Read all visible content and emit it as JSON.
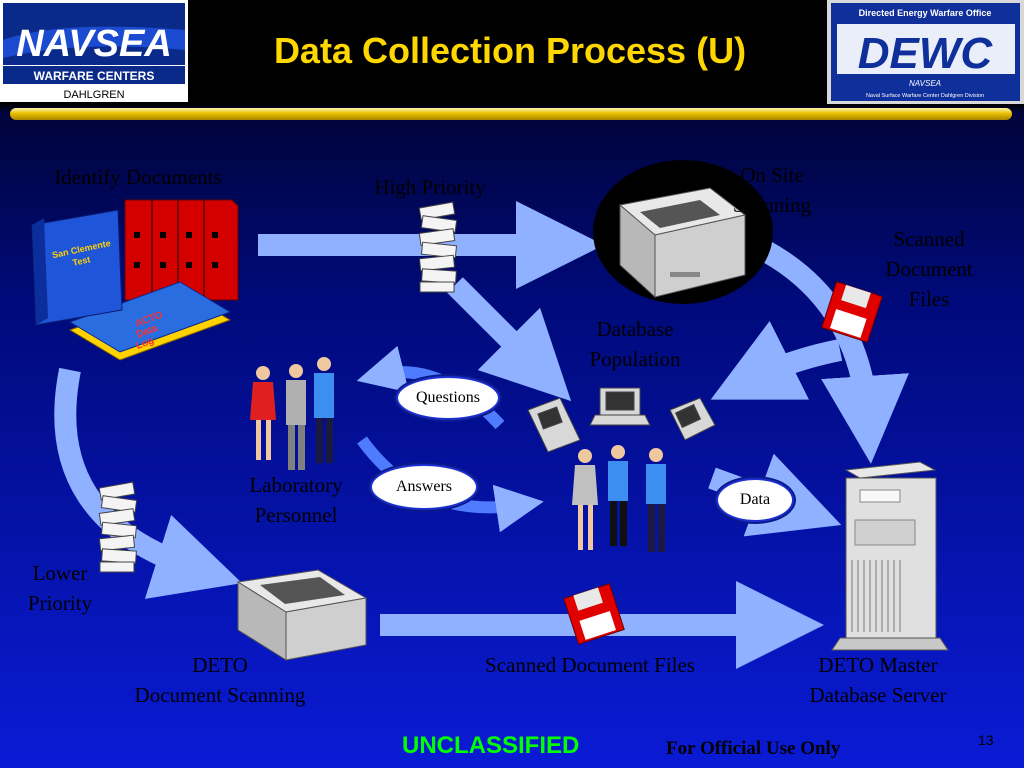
{
  "slide": {
    "title": "Data Collection Process (U)",
    "page_number": "13",
    "footer_classification": "UNCLASSIFIED",
    "footer_handling": "For Official Use Only"
  },
  "logos": {
    "navsea": {
      "main": "NAVSEA",
      "sub": "WARFARE  CENTERS",
      "site": "DAHLGREN"
    },
    "dewc": {
      "top": "Directed Energy Warfare Office",
      "main": "DEWC",
      "org": "NAVSEA",
      "caption": "Naval Surface Warfare Center Dahlgren Division"
    }
  },
  "books": {
    "binder_label_1": "San Clemente",
    "binder_label_2": "Test",
    "log_label_1": "ACTO",
    "log_label_2": "Data",
    "log_label_3": "Log"
  },
  "labels": {
    "identify_documents": "Identify Documents",
    "high_priority": "High Priority",
    "on_site_scanning_1": "On Site",
    "on_site_scanning_2": "Scanning",
    "scanned_files_1": "Scanned",
    "scanned_files_2": "Document",
    "scanned_files_3": "Files",
    "database_population_1": "Database",
    "database_population_2": "Population",
    "questions": "Questions",
    "answers": "Answers",
    "data": "Data",
    "laboratory_1": "Laboratory",
    "laboratory_2": "Personnel",
    "lower_1": "Lower",
    "lower_2": "Priority",
    "deto_scanning_1": "DETO",
    "deto_scanning_2": "Document Scanning",
    "scanned_files_bottom": "Scanned Document Files",
    "deto_master_1": "DETO Master",
    "deto_master_2": "Database Server"
  },
  "colors": {
    "title": "#ffd700",
    "arrow": "#8fb1ff",
    "classification": "#00ff00"
  }
}
